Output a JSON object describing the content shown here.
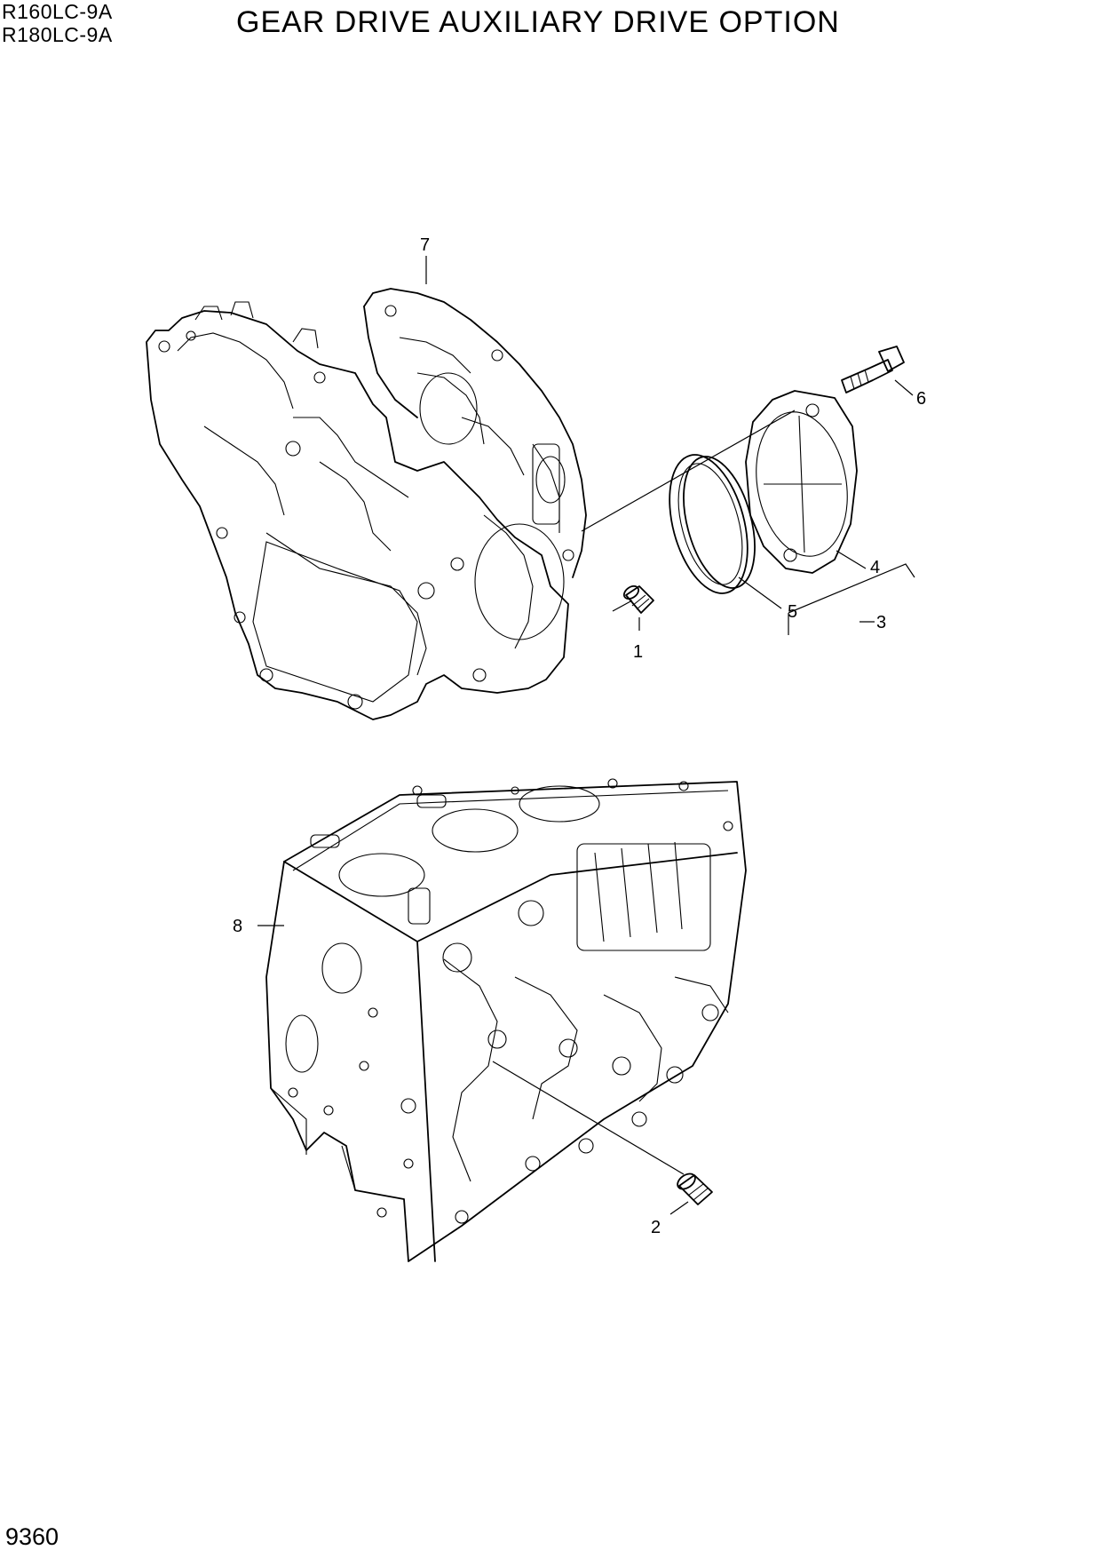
{
  "header": {
    "models": [
      "R160LC-9A",
      "R180LC-9A"
    ],
    "title": "GEAR DRIVE AUXILIARY DRIVE OPTION"
  },
  "page_number": "9360",
  "callouts": [
    "1",
    "2",
    "3",
    "4",
    "5",
    "6",
    "7",
    "8"
  ]
}
